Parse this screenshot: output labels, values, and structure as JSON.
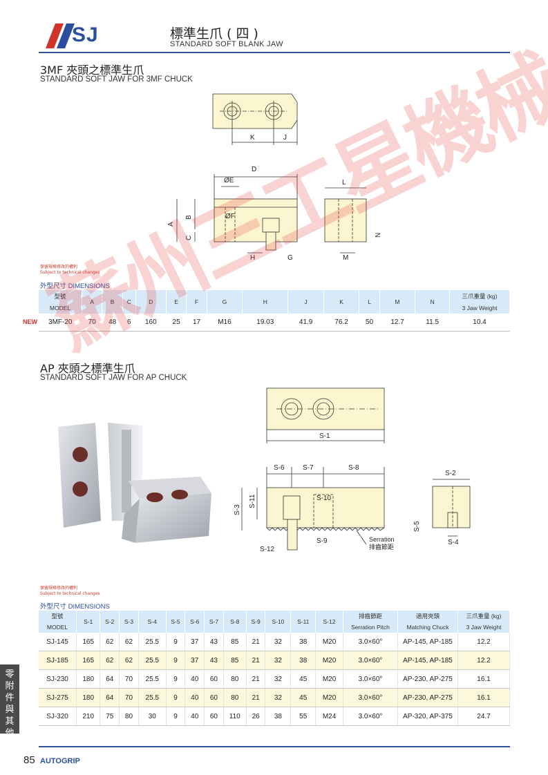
{
  "brand": {
    "logo_text": "SJ"
  },
  "header": {
    "title_cn": "標準生爪 ( 四 )",
    "title_en": "STANDARD SOFT BLANK  JAW"
  },
  "section1": {
    "title_cn": "3MF 夾頭之標準生爪",
    "title_en": "STANDARD SOFT JAW FOR 3MF CHUCK",
    "note_cn": "保留規格修改的權利",
    "note_en": "Subject to technical changes",
    "dim_title": "外型尺寸 DIMENSIONS",
    "drawing_labels": {
      "K": "K",
      "J": "J",
      "D": "D",
      "E": "ØE",
      "F": "ØF",
      "A": "A",
      "B": "B",
      "C": "C",
      "H": "H",
      "G": "G",
      "L": "L",
      "M": "M",
      "N": "N"
    },
    "table": {
      "model_cn": "型號",
      "model_en": "MODEL",
      "columns": [
        "A",
        "B",
        "C",
        "D",
        "E",
        "F",
        "G",
        "H",
        "J",
        "K",
        "L",
        "M",
        "N"
      ],
      "weight_cn": "三爪重量 (kg)",
      "weight_en": "3 Jaw Weight",
      "new_badge": "NEW",
      "rows": [
        {
          "model": "3MF-20",
          "values": [
            "70",
            "48",
            "6",
            "160",
            "25",
            "17",
            "M16",
            "19.03",
            "41.9",
            "76.2",
            "50",
            "12.7",
            "11.5"
          ],
          "weight": "10.4"
        }
      ]
    }
  },
  "section2": {
    "title_cn": "AP 夾頭之標準生爪",
    "title_en": "STANDARD SOFT JAW FOR AP CHUCK",
    "note_cn": "保留規格修改的權利",
    "note_en": "Subject to technical changes",
    "dim_title": "外型尺寸 DIMENSIONS",
    "drawing_labels": {
      "S1": "S-1",
      "S2": "S-2",
      "S3": "S-3",
      "S4": "S-4",
      "S5": "S-5",
      "S6": "S-6",
      "S7": "S-7",
      "S8": "S-8",
      "S9": "S-9",
      "S10": "S-10",
      "S11": "S-11",
      "S12": "S-12",
      "serr_en": "Serration",
      "serr_cn": "排齒節距"
    },
    "table": {
      "model_cn": "型號",
      "model_en": "MODEL",
      "columns": [
        "S-1",
        "S-2",
        "S-3",
        "S-4",
        "S-5",
        "S-6",
        "S-7",
        "S-8",
        "S-9",
        "S-10",
        "S-11",
        "S-12"
      ],
      "pitch_cn": "排齒節距",
      "pitch_en": "Serration Pitch",
      "chuck_cn": "適用夾頭",
      "chuck_en": "Matching Chuck",
      "weight_cn": "三爪重量 (kg)",
      "weight_en": "3 Jaw Weight",
      "rows": [
        {
          "model": "SJ-145",
          "values": [
            "165",
            "62",
            "62",
            "25.5",
            "9",
            "37",
            "43",
            "85",
            "21",
            "32",
            "38",
            "M20"
          ],
          "pitch": "3.0×60°",
          "chuck": "AP-145, AP-185",
          "weight": "12.2"
        },
        {
          "model": "SJ-185",
          "values": [
            "165",
            "62",
            "62",
            "25.5",
            "9",
            "37",
            "43",
            "85",
            "21",
            "32",
            "38",
            "M20"
          ],
          "pitch": "3.0×60°",
          "chuck": "AP-145, AP-185",
          "weight": "12.2"
        },
        {
          "model": "SJ-230",
          "values": [
            "180",
            "64",
            "70",
            "25.5",
            "9",
            "40",
            "60",
            "80",
            "21",
            "32",
            "45",
            "M20"
          ],
          "pitch": "3.0×60°",
          "chuck": "AP-230, AP-275",
          "weight": "16.1"
        },
        {
          "model": "SJ-275",
          "values": [
            "180",
            "64",
            "70",
            "25.5",
            "9",
            "40",
            "60",
            "80",
            "21",
            "32",
            "45",
            "M20"
          ],
          "pitch": "3.0×60°",
          "chuck": "AP-230, AP-275",
          "weight": "16.1"
        },
        {
          "model": "SJ-320",
          "values": [
            "210",
            "75",
            "80",
            "30",
            "9",
            "40",
            "60",
            "110",
            "26",
            "38",
            "55",
            "M24"
          ],
          "pitch": "3.0×60°",
          "chuck": "AP-320, AP-375",
          "weight": "24.7"
        }
      ]
    }
  },
  "watermark": "蘇州三工星機械",
  "side_tab": "零附件與其他",
  "footer": {
    "page": "85",
    "brand": "AUTOGRIP"
  },
  "colors": {
    "accent": "#2a4f9e",
    "red": "#d0342b",
    "jaw_fill": "#fbf6cf",
    "table_header": "#d8eaf7",
    "row_alt": "#fbf8dc"
  }
}
